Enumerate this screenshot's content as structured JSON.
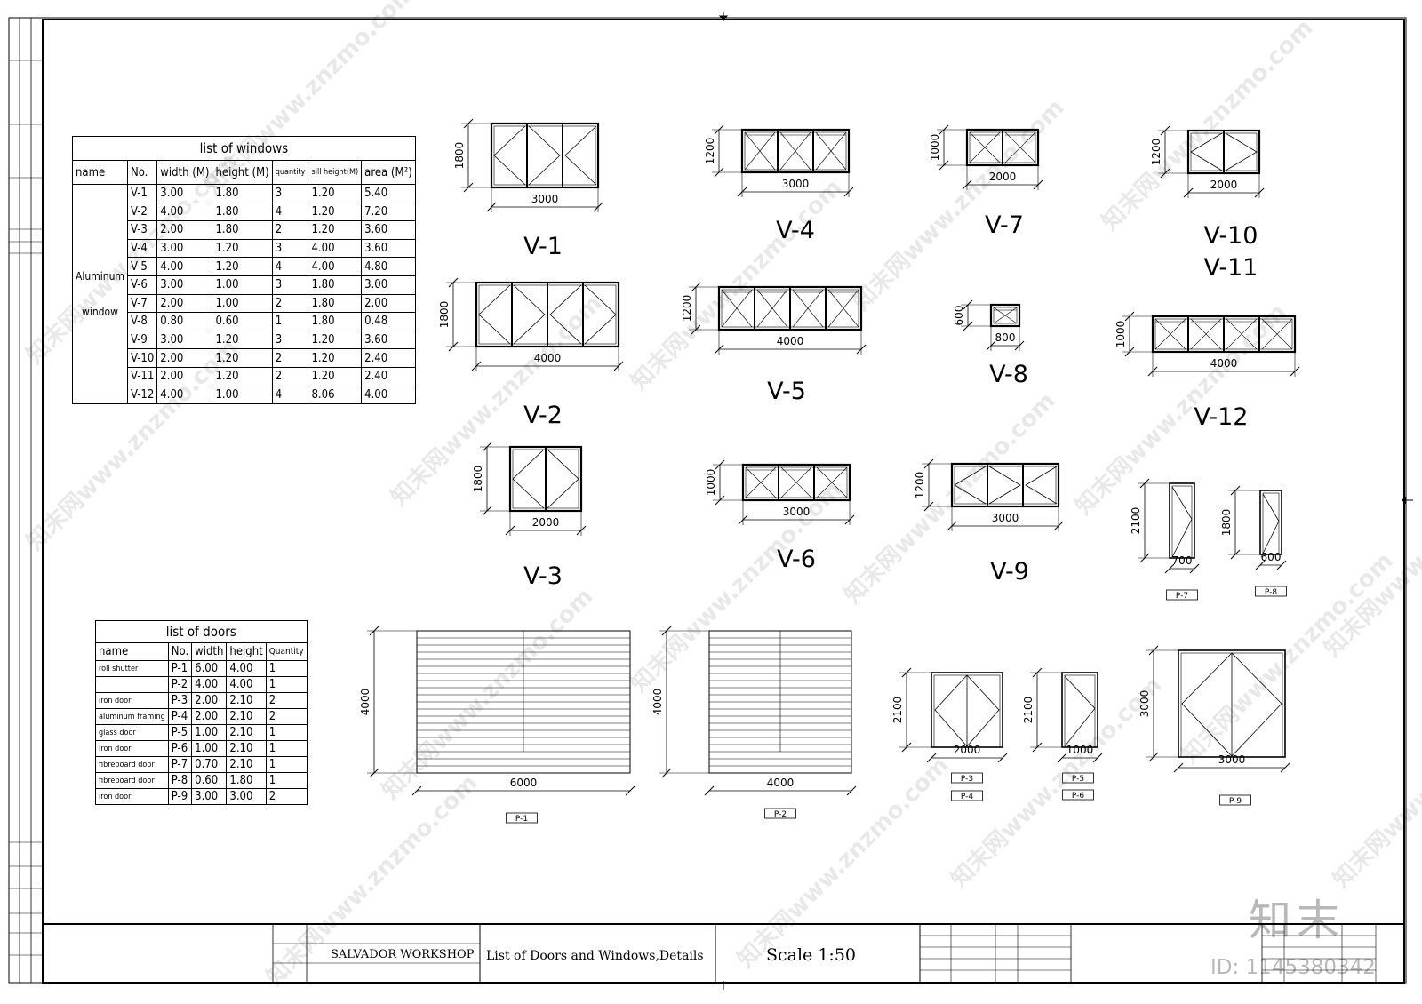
{
  "windows_table": {
    "title": "list of windows",
    "headers": [
      "name",
      "No.",
      "width",
      "(M)",
      "height",
      "(M)",
      "quantity",
      "sill height(M)",
      "area (M²)"
    ],
    "group_name": [
      "Aluminum",
      "window"
    ],
    "rows": [
      [
        "V-1",
        "3.00",
        "1.80",
        "3",
        "1.20",
        "5.40"
      ],
      [
        "V-2",
        "4.00",
        "1.80",
        "4",
        "1.20",
        "7.20"
      ],
      [
        "V-3",
        "2.00",
        "1.80",
        "2",
        "1.20",
        "3.60"
      ],
      [
        "V-4",
        "3.00",
        "1.20",
        "3",
        "4.00",
        "3.60"
      ],
      [
        "V-5",
        "4.00",
        "1.20",
        "4",
        "4.00",
        "4.80"
      ],
      [
        "V-6",
        "3.00",
        "1.00",
        "3",
        "1.80",
        "3.00"
      ],
      [
        "V-7",
        "2.00",
        "1.00",
        "2",
        "1.80",
        "2.00"
      ],
      [
        "V-8",
        "0.80",
        "0.60",
        "1",
        "1.80",
        "0.48"
      ],
      [
        "V-9",
        "3.00",
        "1.20",
        "3",
        "1.20",
        "3.60"
      ],
      [
        "V-10",
        "2.00",
        "1.20",
        "2",
        "1.20",
        "2.40"
      ],
      [
        "V-11",
        "2.00",
        "1.20",
        "2",
        "1.20",
        "2.40"
      ],
      [
        "V-12",
        "4.00",
        "1.00",
        "4",
        "8.06",
        "4.00"
      ]
    ]
  },
  "doors_table": {
    "title": "list of doors",
    "headers": [
      "name",
      "No.",
      "width",
      "height",
      "Quantity"
    ],
    "rows": [
      [
        "roll shutter",
        "P-1",
        "6.00",
        "4.00",
        "1"
      ],
      [
        "",
        "P-2",
        "4.00",
        "4.00",
        "1"
      ],
      [
        "iron door",
        "P-3",
        "2.00",
        "2.10",
        "2"
      ],
      [
        "aluminum framing",
        "P-4",
        "2.00",
        "2.10",
        "2"
      ],
      [
        "glass door",
        "P-5",
        "1.00",
        "2.10",
        "1"
      ],
      [
        "Iron door",
        "P-6",
        "1.00",
        "2.10",
        "1"
      ],
      [
        "fibreboard door",
        "P-7",
        "0.70",
        "2.10",
        "1"
      ],
      [
        "fibreboard door",
        "P-8",
        "0.60",
        "1.80",
        "1"
      ],
      [
        "iron door",
        "P-9",
        "3.00",
        "3.00",
        "2"
      ]
    ]
  },
  "windows": [
    {
      "label": "V-1",
      "width": "3000",
      "height": "1800",
      "panes": 3,
      "style": "casement"
    },
    {
      "label": "V-2",
      "width": "4000",
      "height": "1800",
      "panes": 4,
      "style": "casement"
    },
    {
      "label": "V-3",
      "width": "2000",
      "height": "1800",
      "panes": 2,
      "style": "casement"
    },
    {
      "label": "V-4",
      "width": "3000",
      "height": "1200",
      "panes": 3,
      "style": "hopper"
    },
    {
      "label": "V-5",
      "width": "4000",
      "height": "1200",
      "panes": 4,
      "style": "hopper"
    },
    {
      "label": "V-6",
      "width": "3000",
      "height": "1000",
      "panes": 3,
      "style": "hopper"
    },
    {
      "label": "V-7",
      "width": "2000",
      "height": "1000",
      "panes": 2,
      "style": "hopper"
    },
    {
      "label": "V-8",
      "width": "800",
      "height": "600",
      "panes": 1,
      "style": "hopper"
    },
    {
      "label": "V-9",
      "width": "3000",
      "height": "1200",
      "panes": 3,
      "style": "casement"
    },
    {
      "label": "V-10",
      "label2": "V-11",
      "width": "2000",
      "height": "1200",
      "panes": 2,
      "style": "casement"
    },
    {
      "label": "V-12",
      "width": "4000",
      "height": "1000",
      "panes": 4,
      "style": "hopper"
    }
  ],
  "doors": [
    {
      "label": "P-1",
      "width": "6000",
      "height": "4000",
      "style": "shutter"
    },
    {
      "label": "P-2",
      "width": "4000",
      "height": "4000",
      "style": "shutter"
    },
    {
      "label": "P-3",
      "label2": "P-4",
      "width": "2000",
      "height": "2100",
      "style": "double"
    },
    {
      "label": "P-5",
      "label2": "P-6",
      "width": "1000",
      "height": "2100",
      "style": "single"
    },
    {
      "label": "P-7",
      "width": "700",
      "height": "2100",
      "style": "single"
    },
    {
      "label": "P-8",
      "width": "600",
      "height": "1800",
      "style": "single"
    },
    {
      "label": "P-9",
      "width": "3000",
      "height": "3000",
      "style": "double"
    }
  ],
  "title_block": {
    "project": "SALVADOR WORKSHOP",
    "drawing_title": "List of Doors and Windows,Details",
    "scale": "Scale  1:50"
  },
  "watermark": {
    "text": "知末网www.znzmo.com",
    "logo": "知末",
    "id": "ID: 1145380342"
  }
}
